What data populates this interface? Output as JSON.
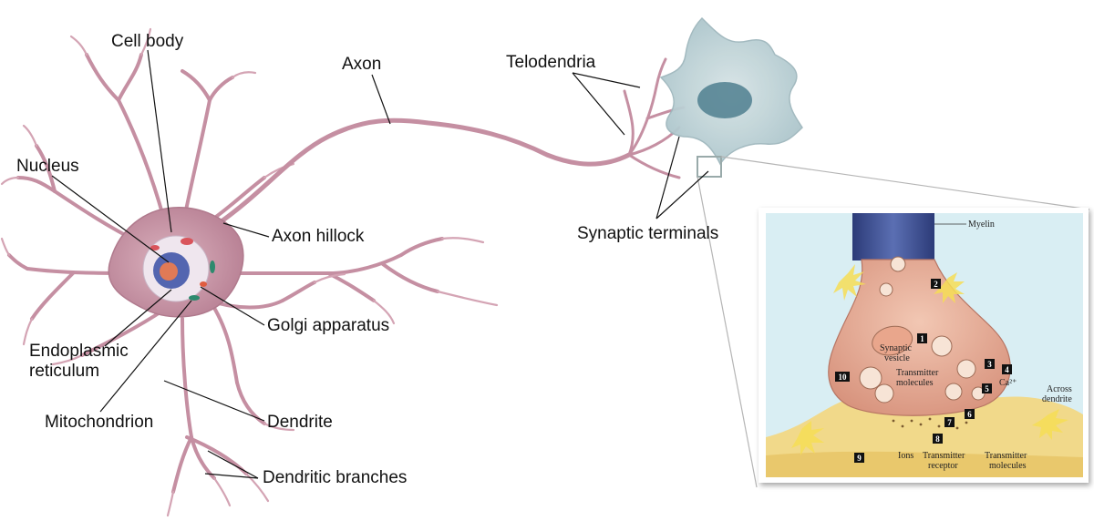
{
  "labels": {
    "cell_body": "Cell body",
    "axon": "Axon",
    "telodendria": "Telodendria",
    "nucleus": "Nucleus",
    "axon_hillock": "Axon hillock",
    "synaptic_terminals": "Synaptic terminals",
    "golgi_apparatus": "Golgi apparatus",
    "endoplasmic_line1": "Endoplasmic",
    "endoplasmic_line2": "reticulum",
    "mitochondrion": "Mitochondrion",
    "dendrite": "Dendrite",
    "dendritic_branches": "Dendritic branches"
  },
  "inset": {
    "myelin": "Myelin",
    "synaptic_vesicle_1": "Synaptic",
    "synaptic_vesicle_2": "vesicle",
    "transmitter_molecules_1": "Transmitter",
    "transmitter_molecules_2": "molecules",
    "calcium": "Ca²⁺",
    "across_1": "Across",
    "across_2": "dendrite",
    "ions": "Ions",
    "transmitter_receptor_1": "Transmitter",
    "transmitter_receptor_2": "receptor",
    "transmitter_molecules_b1": "Transmitter",
    "transmitter_molecules_b2": "molecules",
    "steps": [
      "1",
      "2",
      "3",
      "4",
      "5",
      "6",
      "7",
      "8",
      "9",
      "10"
    ]
  },
  "colors": {
    "neuron": "#c99aa8",
    "neuron_dark": "#a86f83",
    "target_cell": "#b9cfd6",
    "inset_bg": "#d9eef3",
    "terminal": "#e4a98f",
    "myelin": "#3d4f8f",
    "dendrite_yellow": "#f1d98a"
  }
}
